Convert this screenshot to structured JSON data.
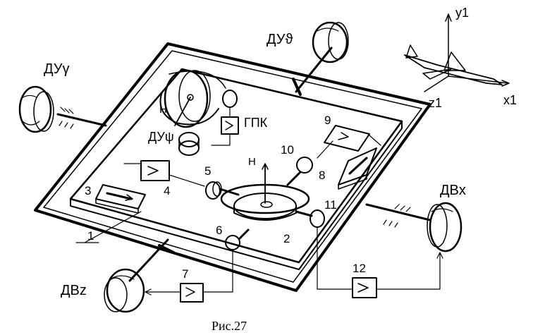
{
  "caption": "Рис.27",
  "labels": {
    "du_gamma": "ДУγ",
    "du_theta": "ДУϑ",
    "du_psi": "ДУψ",
    "gpk": "ГПК",
    "dv_x": "ДВx",
    "dv_z": "ДВz",
    "h_vec_gyro": "H",
    "h_vec_disk": "H",
    "axis_y": "y1",
    "axis_x": "x1",
    "axis_z": "z1"
  },
  "numbers": {
    "n1": "1",
    "n2": "2",
    "n3": "3",
    "n4": "4",
    "n5": "5",
    "n6": "6",
    "n7": "7",
    "n8": "8",
    "n9": "9",
    "n10": "10",
    "n11": "11",
    "n12": "12"
  }
}
